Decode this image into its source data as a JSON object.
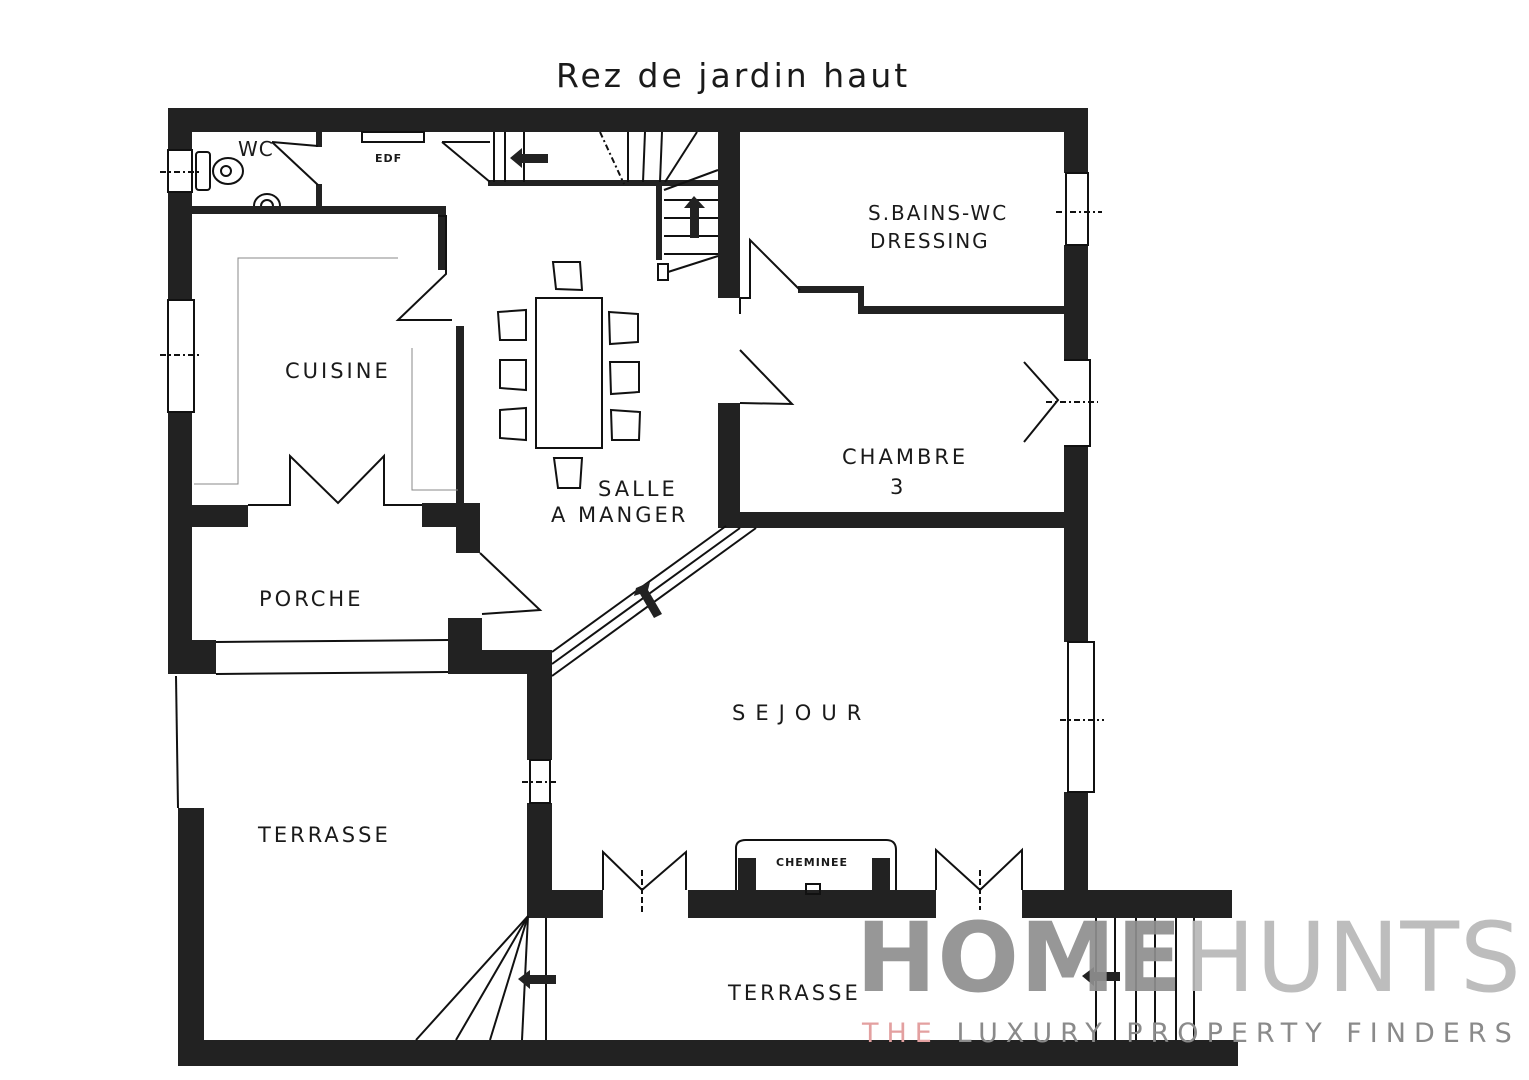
{
  "plan": {
    "title": "Rez de jardin haut",
    "wall_color": "#222222",
    "line_color": "#111111",
    "background": "#ffffff"
  },
  "rooms": {
    "wc": "WC",
    "edf": "EDF",
    "bath_line1": "S.BAINS-WC",
    "bath_line2": "DRESSING",
    "cuisine": "CUISINE",
    "salle_line1": "SALLE",
    "salle_line2": "A MANGER",
    "chambre_line1": "CHAMBRE",
    "chambre_line2": "3",
    "porche": "PORCHE",
    "sejour": "SEJOUR",
    "cheminee": "CHEMINEE",
    "terrasse_left": "TERRASSE",
    "terrasse_bottom": "TERRASSE"
  },
  "watermark": {
    "brand_bold": "HOME",
    "brand_light": "HUNTS",
    "tagline_accent": "THE",
    "tagline_rest": " LUXURY PROPERTY FINDERS",
    "accent_color": "#e3a0a0",
    "bold_color": "#8f8f8f",
    "light_color": "#b8b8b8"
  },
  "icons": [
    "stair-arrow-icon",
    "toilet-icon",
    "bidet-icon",
    "window-icon",
    "door-swing-icon",
    "dining-table-icon",
    "chair-icon",
    "fireplace-icon"
  ]
}
